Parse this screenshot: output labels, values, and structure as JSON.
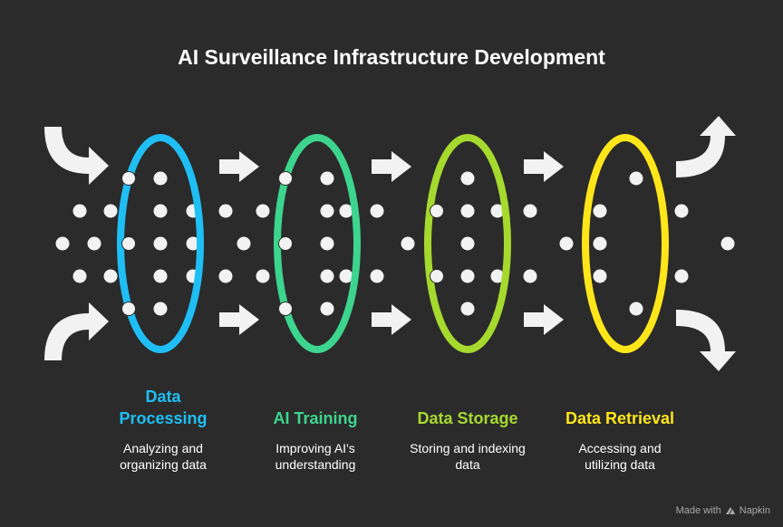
{
  "title": "AI Surveillance Infrastructure Development",
  "stages": [
    {
      "label": "Data Processing",
      "label_lines": [
        "Data",
        "Processing"
      ],
      "description_lines": [
        "Analyzing and",
        "organizing data"
      ],
      "color": "#1fbff5",
      "icon": "ring"
    },
    {
      "label": "AI Training",
      "label_lines": [
        "AI Training"
      ],
      "description_lines": [
        "Improving AI's",
        "understanding"
      ],
      "color": "#3dd58e",
      "icon": "ring"
    },
    {
      "label": "Data Storage",
      "label_lines": [
        "Data Storage"
      ],
      "description_lines": [
        "Storing and indexing",
        "data"
      ],
      "color": "#a6d92e",
      "icon": "ring"
    },
    {
      "label": "Data Retrieval",
      "label_lines": [
        "Data Retrieval"
      ],
      "description_lines": [
        "Accessing and",
        "utilizing data"
      ],
      "color": "#ffe61a",
      "icon": "ring"
    }
  ],
  "colors": {
    "background": "#2b2b2b",
    "dot": "#f2f2f2",
    "arrow": "#f2f2f2",
    "title": "#ffffff"
  },
  "watermark": {
    "prefix": "Made with",
    "brand": "Napkin",
    "icon": "napkin-logo-icon"
  }
}
